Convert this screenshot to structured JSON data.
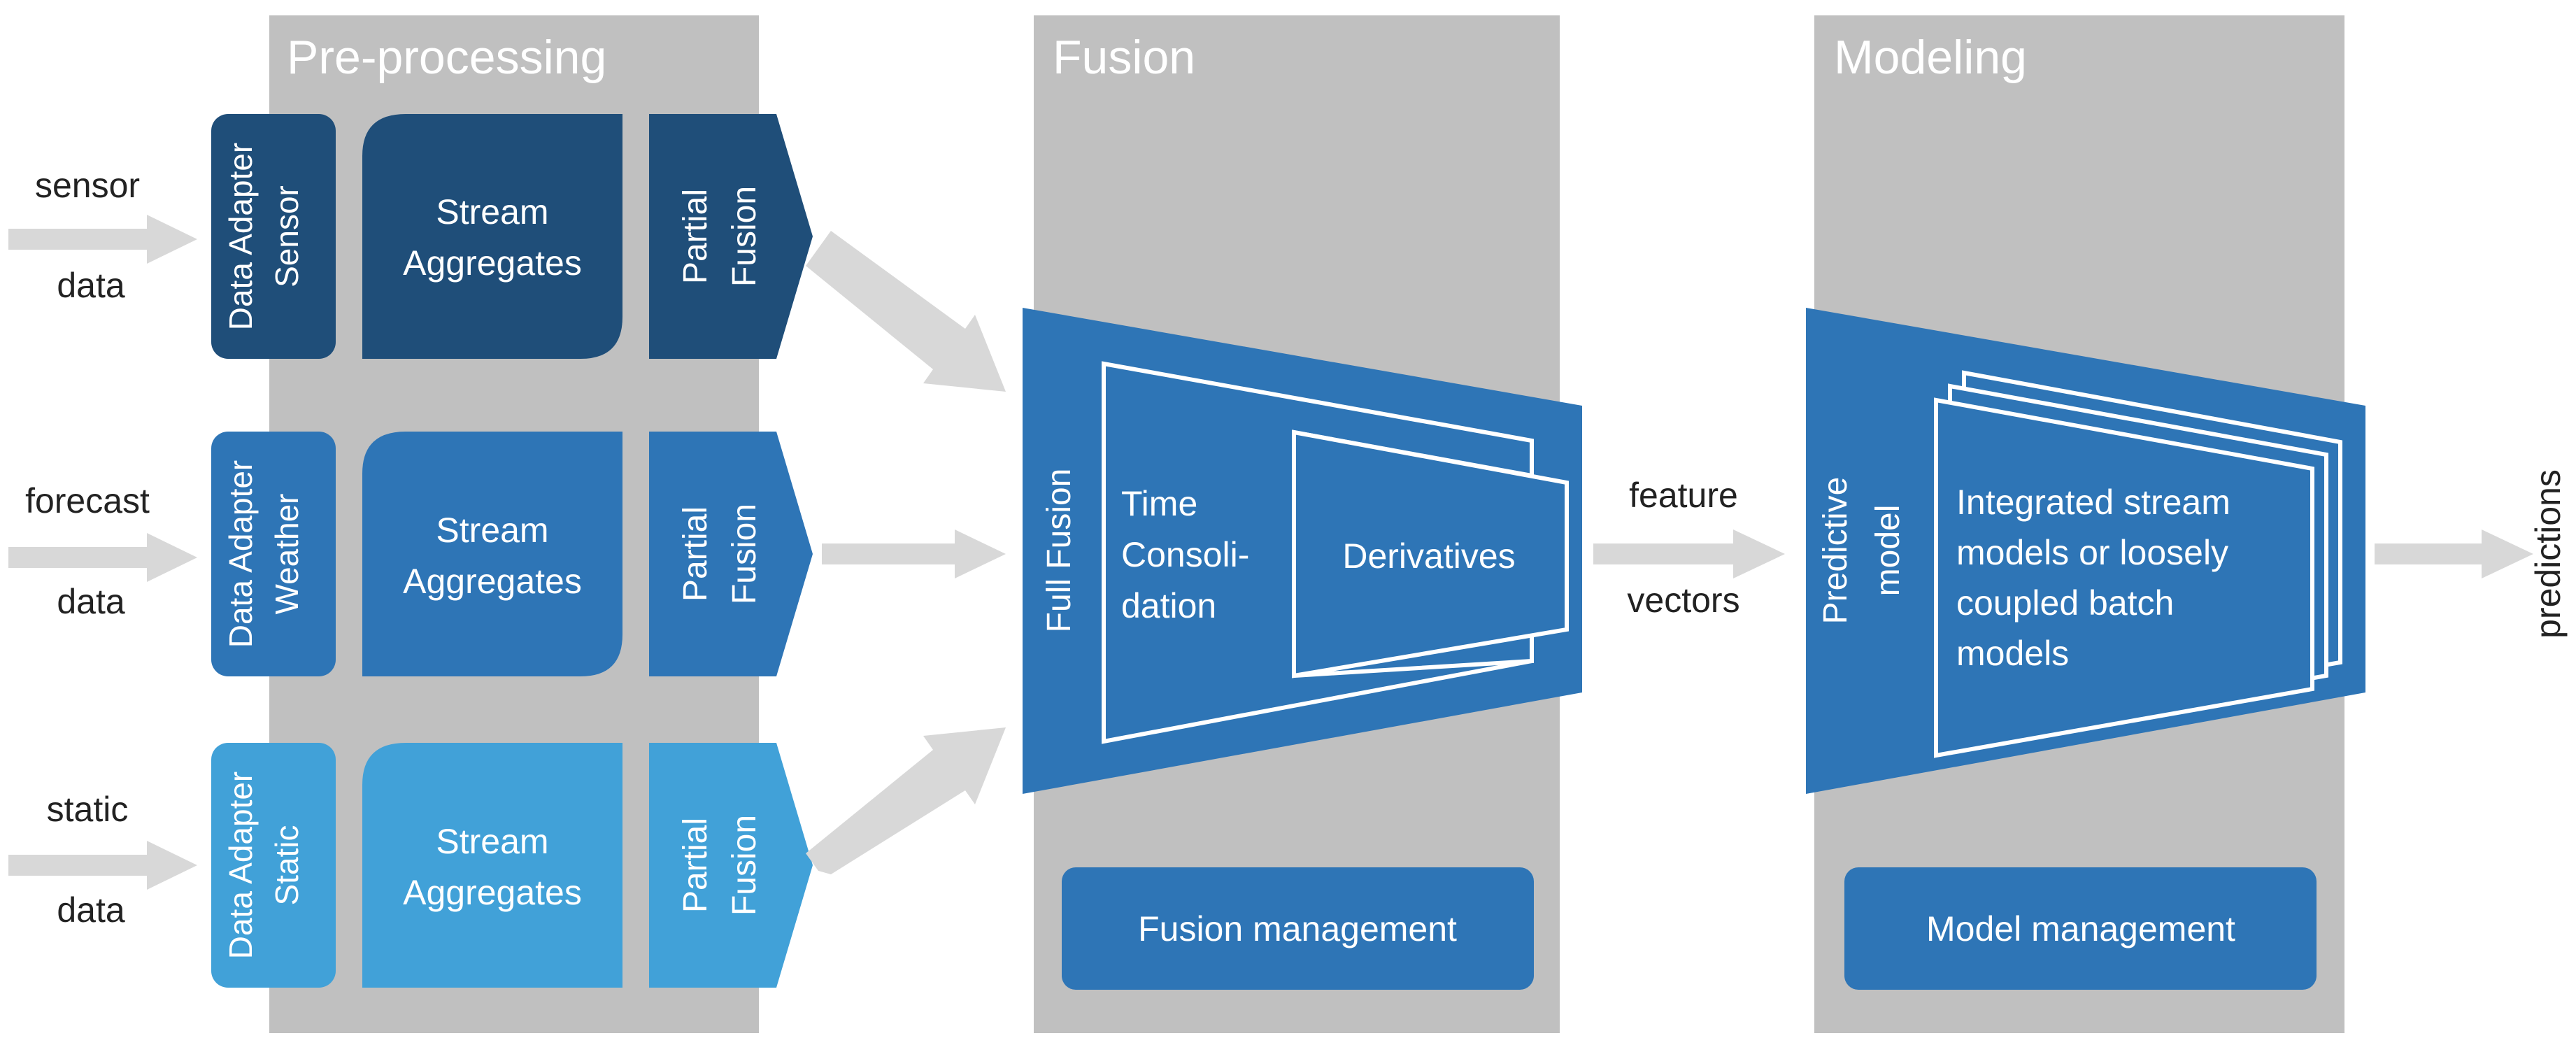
{
  "stages": {
    "preprocessing": "Pre-processing",
    "fusion": "Fusion",
    "modeling": "Modeling"
  },
  "inputs": [
    {
      "line1": "sensor",
      "line2": "data"
    },
    {
      "line1": "forecast",
      "line2": "data"
    },
    {
      "line1": "static",
      "line2": "data"
    }
  ],
  "adapters": [
    {
      "line1": "Data Adapter",
      "line2": "Sensor"
    },
    {
      "line1": "Data Adapter",
      "line2": "Weather"
    },
    {
      "line1": "Data Adapter",
      "line2": "Static"
    }
  ],
  "stream_aggregates": {
    "line1": "Stream",
    "line2": "Aggregates"
  },
  "partial_fusion": {
    "line1": "Partial",
    "line2": "Fusion"
  },
  "full_fusion": {
    "label": "Full Fusion"
  },
  "time_consolidation": {
    "line1": "Time",
    "line2": "Consoli-",
    "line3": "dation"
  },
  "derivatives": "Derivatives",
  "fusion_management": "Fusion management",
  "feature_vectors": {
    "line1": "feature",
    "line2": "vectors"
  },
  "predictive_model": {
    "line1": "Predictive",
    "line2": "model"
  },
  "models_stack": {
    "line1": "Integrated stream",
    "line2": "models or loosely",
    "line3": "coupled batch",
    "line4": "models"
  },
  "model_management": "Model management",
  "output": "predictions",
  "colors": {
    "panel_gray": "#c0c0c0",
    "arrow_gray": "#d8d8d8",
    "row_sensor": "#1f4e79",
    "row_weather": "#2e75b6",
    "row_static": "#41a1d8",
    "fusion_blue": "#2e75b6"
  }
}
